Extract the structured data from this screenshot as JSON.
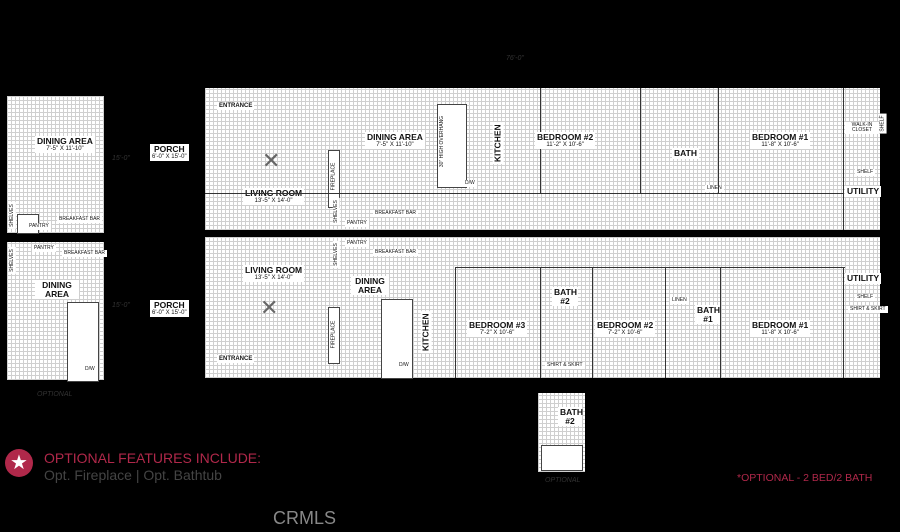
{
  "dimensions": {
    "overall_length": "76'-0\"",
    "width_top": "15'-0\"",
    "width_bottom": "15'-0\""
  },
  "optional_left": {
    "top": {
      "dining_area": "DINING AREA",
      "dining_dim": "7'-5\" X 11'-10\"",
      "shelves": "SHELVES",
      "pantry": "PANTRY",
      "breakfast_bar": "BREAKFAST BAR"
    },
    "bottom": {
      "dining_area": "DINING AREA",
      "shelves": "SHELVES",
      "pantry": "PANTRY",
      "breakfast_bar": "BREAKFAST BAR",
      "dw": "D/W"
    },
    "caption": "OPTIONAL"
  },
  "plan_top": {
    "porch": "PORCH",
    "porch_dim": "6'-0\" X 15'-0\"",
    "entrance": "ENTRANCE",
    "living_room": "LIVING ROOM",
    "living_dim": "13'-5\" X 14'-0\"",
    "fireplace": "FIREPLACE",
    "shelves": "SHELVES",
    "pantry": "PANTRY",
    "breakfast_bar": "BREAKFAST BAR",
    "dining_area": "DINING AREA",
    "dining_dim": "7'-5\" X 11'-10\"",
    "overhang": "30\" HIGH OVERHANG",
    "kitchen": "KITCHEN",
    "dw": "D/W",
    "bedroom2": "BEDROOM #2",
    "bedroom2_dim": "11'-2\" X 10'-6\"",
    "bath": "BATH",
    "linen": "LINEN",
    "bedroom1": "BEDROOM #1",
    "bedroom1_dim": "11'-8\" X 10'-6\"",
    "walkin": "WALK-IN CLOSET",
    "shelf_v": "SHELF",
    "shelf": "SHELF",
    "utility": "UTILITY"
  },
  "plan_bottom": {
    "porch": "PORCH",
    "porch_dim": "6'-0\" X 15'-0\"",
    "entrance": "ENTRANCE",
    "living_room": "LIVING ROOM",
    "living_dim": "13'-5\" X 14'-0\"",
    "fireplace": "FIREPLACE",
    "shelves": "SHELVES",
    "pantry": "PANTRY",
    "breakfast_bar": "BREAKFAST BAR",
    "dining_area": "DINING AREA",
    "kitchen": "KITCHEN",
    "dw": "D/W",
    "bedroom3": "BEDROOM #3",
    "bedroom3_dim": "7'-2\" X 10'-6\"",
    "bath2": "BATH #2",
    "shirt_skirt": "SHIRT & SKIRT",
    "bedroom2": "BEDROOM #2",
    "bedroom2_dim": "7'-2\" X 10'-6\"",
    "bath1": "BATH #1",
    "linen": "LINEN",
    "bedroom1": "BEDROOM #1",
    "bedroom1_dim": "11'-8\" X 10'-6\"",
    "utility": "UTILITY",
    "shelf": "SHELF"
  },
  "optional_bath": {
    "label": "BATH #2",
    "caption": "OPTIONAL"
  },
  "legend": {
    "icon": "star-icon",
    "accent": "#b0284a",
    "title": "OPTIONAL FEATURES INCLUDE:",
    "items": "Opt. Fireplace | Opt. Bathtub",
    "note": "*OPTIONAL - 2 BED/2 BATH"
  },
  "watermark": "CRMLS"
}
